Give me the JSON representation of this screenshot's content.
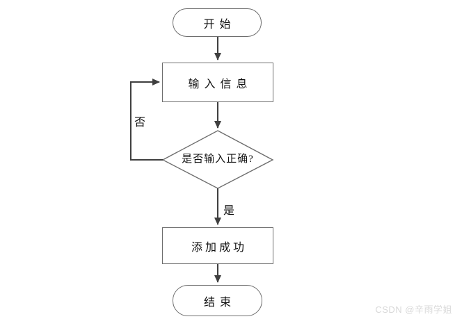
{
  "diagram": {
    "type": "flowchart",
    "nodes": [
      {
        "id": "start",
        "shape": "terminator",
        "label": "开始"
      },
      {
        "id": "input",
        "shape": "process",
        "label": "输入信息"
      },
      {
        "id": "decision",
        "shape": "decision",
        "label": "是否输入正确?"
      },
      {
        "id": "success",
        "shape": "process",
        "label": "添加成功"
      },
      {
        "id": "end",
        "shape": "terminator",
        "label": "结束"
      }
    ],
    "edges": [
      {
        "from": "start",
        "to": "input",
        "label": ""
      },
      {
        "from": "input",
        "to": "decision",
        "label": ""
      },
      {
        "from": "decision",
        "to": "success",
        "label": "是"
      },
      {
        "from": "decision",
        "to": "input",
        "label": "否"
      },
      {
        "from": "success",
        "to": "end",
        "label": ""
      }
    ]
  },
  "watermark": {
    "text": "CSDN @辛雨学姐"
  },
  "colors": {
    "connector": "#3f3f3f",
    "shape_border": "#6e6e6e",
    "text": "#111111",
    "watermark": "#d8d8d8",
    "background": "#ffffff"
  }
}
